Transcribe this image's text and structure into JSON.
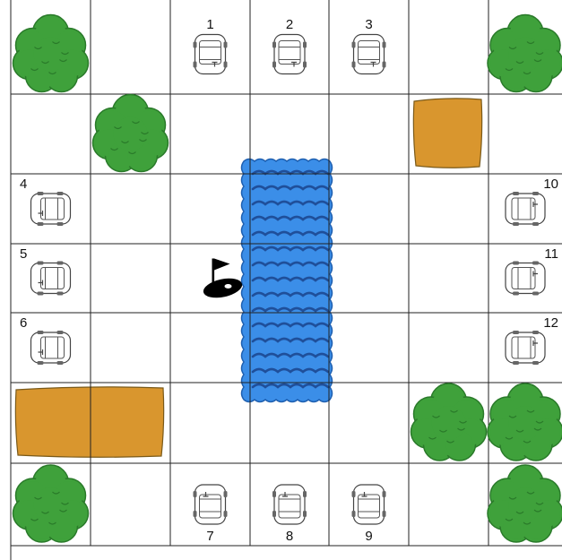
{
  "board": {
    "columns": 7,
    "rows": 7,
    "colors": {
      "grid": "#222222",
      "tree": "#3fa13b",
      "tree_dark": "#2a7a2a",
      "sand": "#d9962e",
      "water": "#3b8ee8",
      "water_wave": "#1f4f9a",
      "car": "#ffffff"
    },
    "cars": [
      {
        "label": "1",
        "col": 2,
        "row": 0,
        "facing": "up"
      },
      {
        "label": "2",
        "col": 3,
        "row": 0,
        "facing": "up"
      },
      {
        "label": "3",
        "col": 4,
        "row": 0,
        "facing": "up"
      },
      {
        "label": "4",
        "col": 0,
        "row": 2,
        "facing": "right"
      },
      {
        "label": "5",
        "col": 0,
        "row": 3,
        "facing": "right"
      },
      {
        "label": "6",
        "col": 0,
        "row": 4,
        "facing": "right"
      },
      {
        "label": "7",
        "col": 2,
        "row": 6,
        "facing": "down"
      },
      {
        "label": "8",
        "col": 3,
        "row": 6,
        "facing": "down"
      },
      {
        "label": "9",
        "col": 4,
        "row": 6,
        "facing": "down"
      },
      {
        "label": "10",
        "col": 6,
        "row": 2,
        "facing": "left"
      },
      {
        "label": "11",
        "col": 6,
        "row": 3,
        "facing": "left"
      },
      {
        "label": "12",
        "col": 6,
        "row": 4,
        "facing": "left"
      }
    ],
    "trees": [
      {
        "col": 0,
        "row": 0
      },
      {
        "col": 1,
        "row": 1
      },
      {
        "col": 6,
        "row": 0
      },
      {
        "col": 5,
        "row": 5
      },
      {
        "col": 6,
        "row": 5
      },
      {
        "col": 0,
        "row": 6
      },
      {
        "col": 6,
        "row": 6
      }
    ],
    "sand_traps": [
      {
        "col": 5,
        "row": 1,
        "span_cols": 1
      },
      {
        "col": 0,
        "row": 5,
        "span_cols": 2
      }
    ],
    "water_hazard": {
      "col": 3,
      "row_start": 2,
      "row_end": 4
    },
    "flag": {
      "col": 2,
      "row": 3,
      "icon": "golf-flag-icon"
    }
  }
}
